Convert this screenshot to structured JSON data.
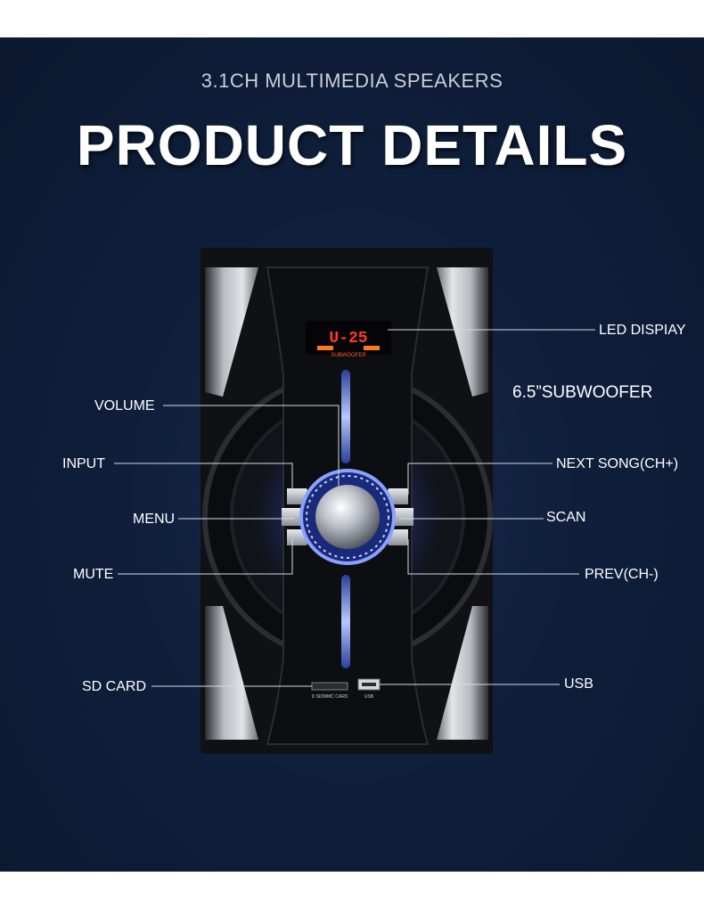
{
  "header": {
    "subtitle": "3.1CH MULTIMEDIA SPEAKERS",
    "title": "PRODUCT DETAILS"
  },
  "display": {
    "readout": "U-25",
    "badge": "SUBWOOFER"
  },
  "ports": {
    "sd_label": "D SD/MMC CARD",
    "usb_label": "USB"
  },
  "callouts": {
    "led_display": "LED DISPIAY",
    "subwoofer": "6.5”SUBWOOFER",
    "volume": "VOLUME",
    "input": "INPUT",
    "next_song": "NEXT SONG(CH+)",
    "menu": "MENU",
    "scan": "SCAN",
    "mute": "MUTE",
    "prev": "PREV(CH-)",
    "sd_card": "SD CARD",
    "usb": "USB"
  },
  "colors": {
    "background": "#0f1f3b",
    "led_red": "#ff3b1f",
    "glow_blue": "#5a7dff"
  }
}
